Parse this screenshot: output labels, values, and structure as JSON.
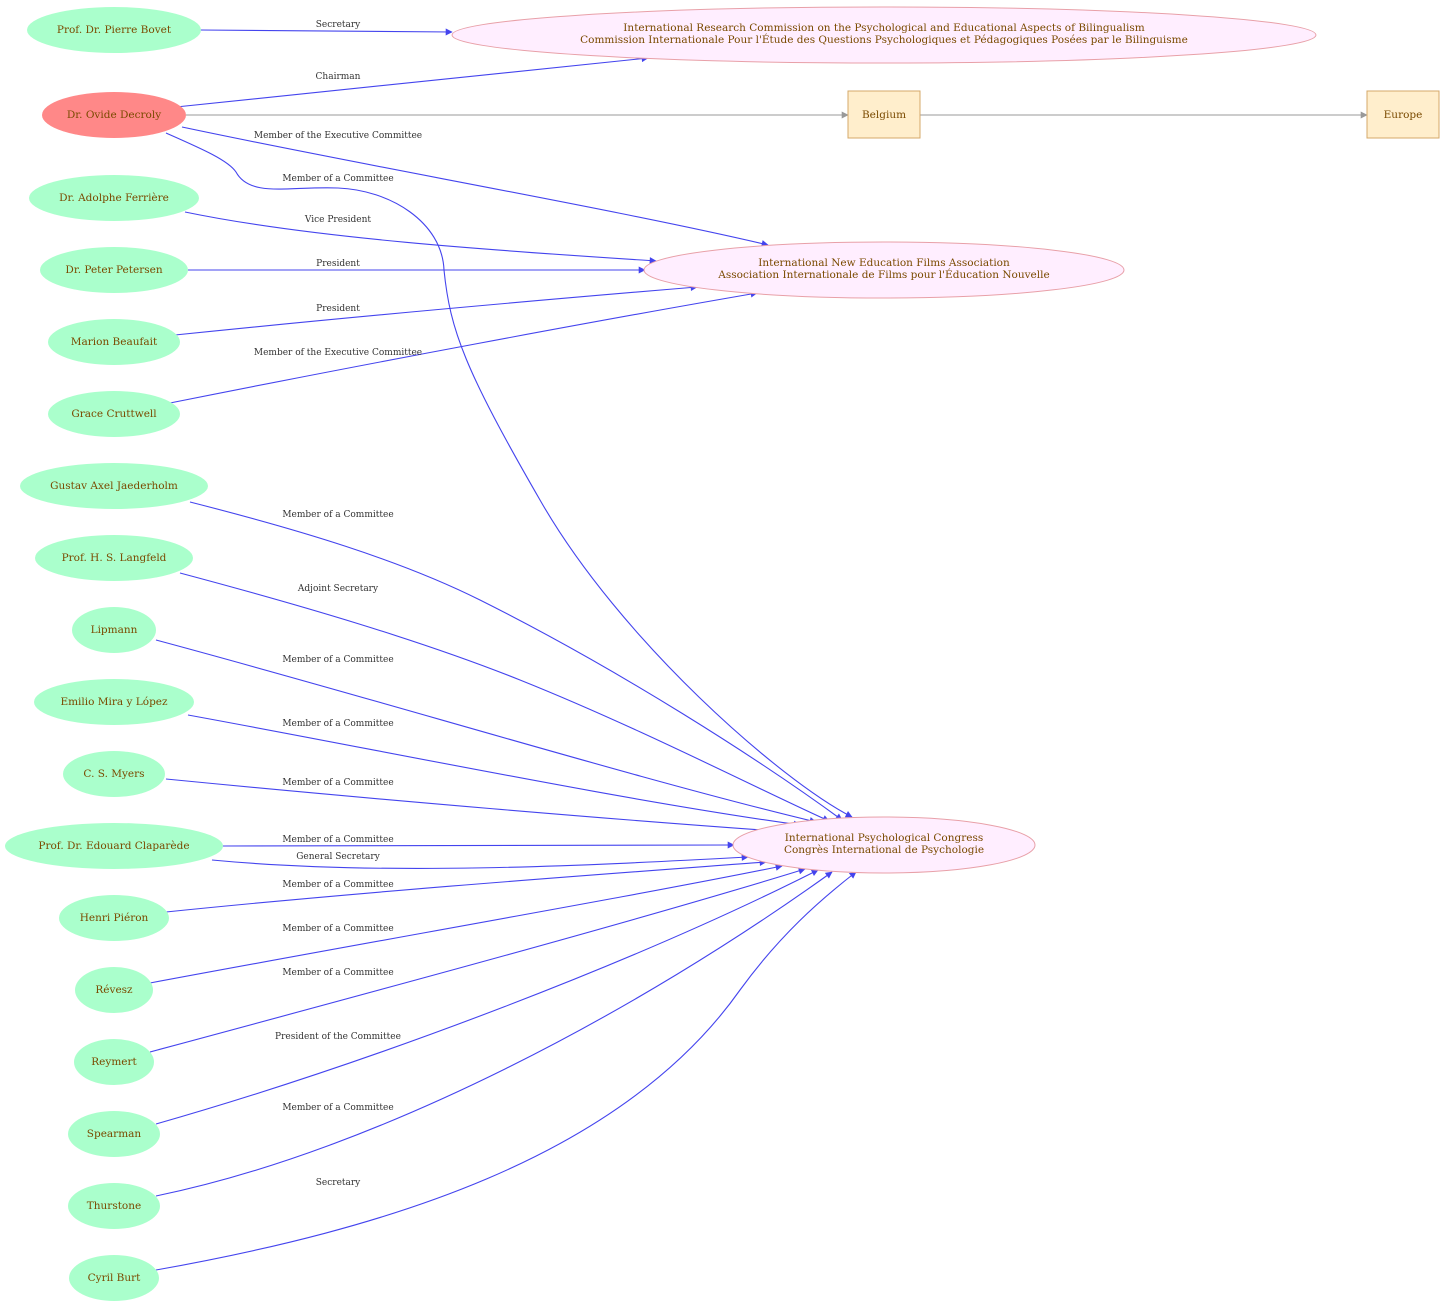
{
  "colors": {
    "person": "#aaffcc",
    "central_person": "#ff8888",
    "organization": "#ffeeff",
    "place": "#ffeecc",
    "membership_edge": "#4444ee",
    "location_edge": "#999999",
    "node_text": "#7a4a00"
  },
  "nodes": {
    "bovet": "Prof. Dr.  Pierre Bovet",
    "decroly": "Dr. Ovide Decroly",
    "ferriere": "Dr.  Adolphe Ferrière",
    "petersen": "Dr. Peter Petersen",
    "beaufait": "Marion Beaufait",
    "cruttwell": "Grace Cruttwell",
    "jaederholm": "Gustav Axel Jaederholm",
    "langfeld": "Prof. H. S. Langfeld",
    "lipmann": "Lipmann",
    "mira": "Emilio Mira y López",
    "myers": "C. S. Myers",
    "claparede": "Prof. Dr. Edouard Claparède",
    "pieron": "Henri Piéron",
    "revesz": "Révesz",
    "reymert": "Reymert",
    "spearman": "Spearman",
    "thurstone": "Thurstone",
    "burt": "Cyril Burt",
    "belgium": "Belgium",
    "europe": "Europe",
    "bilingualism": {
      "line1": "International Research Commission on the Psychological and Educational Aspects of Bilingualism",
      "line2": "Commission Internationale Pour l'Étude des Questions Psychologiques et Pédagogiques Posées par le Bilinguisme"
    },
    "films": {
      "line1": "International New Education Films Association",
      "line2": "Association Internationale de Films pour l'Éducation Nouvelle"
    },
    "congress": {
      "line1": "International Psychological Congress",
      "line2": "Congrès International de Psychologie"
    }
  },
  "edges": {
    "bovet_bilingualism": "Secretary",
    "decroly_bilingualism": "Chairman",
    "decroly_films": "Member of the Executive Committee",
    "decroly_congress": "Member of a Committee",
    "ferriere_films": "Vice President",
    "petersen_films": "President",
    "beaufait_films": "President",
    "cruttwell_films": "Member of the Executive Committee",
    "jaederholm_congress": "Member of a Committee",
    "langfeld_congress": "Adjoint Secretary",
    "lipmann_congress": "Member of a Committee",
    "mira_congress": "Member of a Committee",
    "myers_congress": "Member of a Committee",
    "claparede_congress_a": "Member of a Committee",
    "claparede_congress_b": "General Secretary",
    "pieron_congress": "Member of a Committee",
    "revesz_congress": "Member of a Committee",
    "reymert_congress": "Member of a Committee",
    "spearman_congress": "President of the Committee",
    "thurstone_congress": "Member of a Committee",
    "burt_congress": "Secretary"
  }
}
